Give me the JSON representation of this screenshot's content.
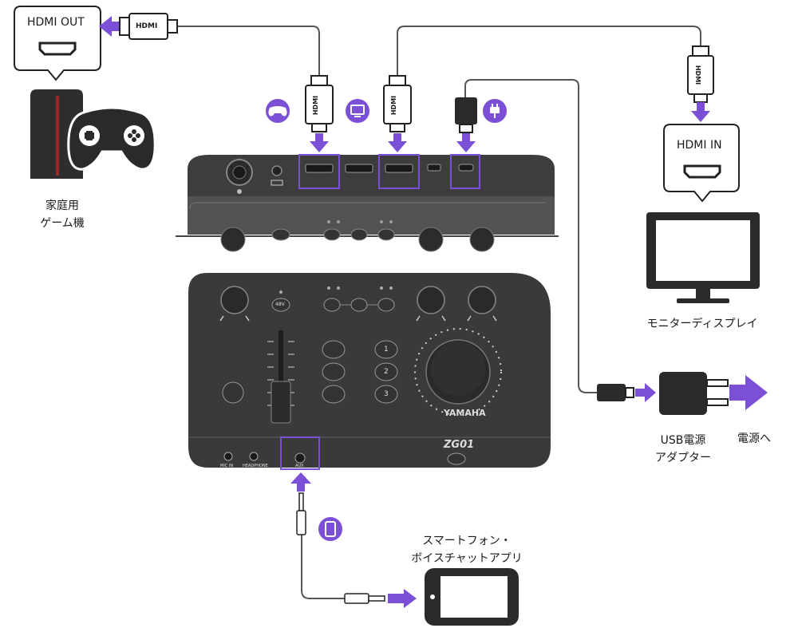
{
  "colors": {
    "accent": "#7b4fd6",
    "device_dark": "#3b3b3b",
    "device_mid": "#555555",
    "cable": "#444444"
  },
  "labels": {
    "hdmi_out": "HDMI OUT",
    "hdmi_in": "HDMI IN",
    "hdmi_plug": "HDMI",
    "console_line1": "家庭用",
    "console_line2": "ゲーム機",
    "monitor": "モニターディスプレイ",
    "usb_adapter_line1": "USB電源",
    "usb_adapter_line2": "アダプター",
    "power": "電源へ",
    "phone_line1": "スマートフォン・",
    "phone_line2": "ボイスチャットアプリ",
    "brand": "YAMAHA",
    "model": "ZG01",
    "panel_mic_in": "MIC IN",
    "panel_headphone": "HEADPHONE",
    "panel_aux": "AUX",
    "btn_48v": "48V",
    "num_1": "1",
    "num_2": "2",
    "num_3": "3"
  },
  "icons": {
    "game": "gamepad-icon",
    "display": "monitor-icon",
    "power": "power-plug-icon",
    "phone": "smartphone-icon"
  }
}
